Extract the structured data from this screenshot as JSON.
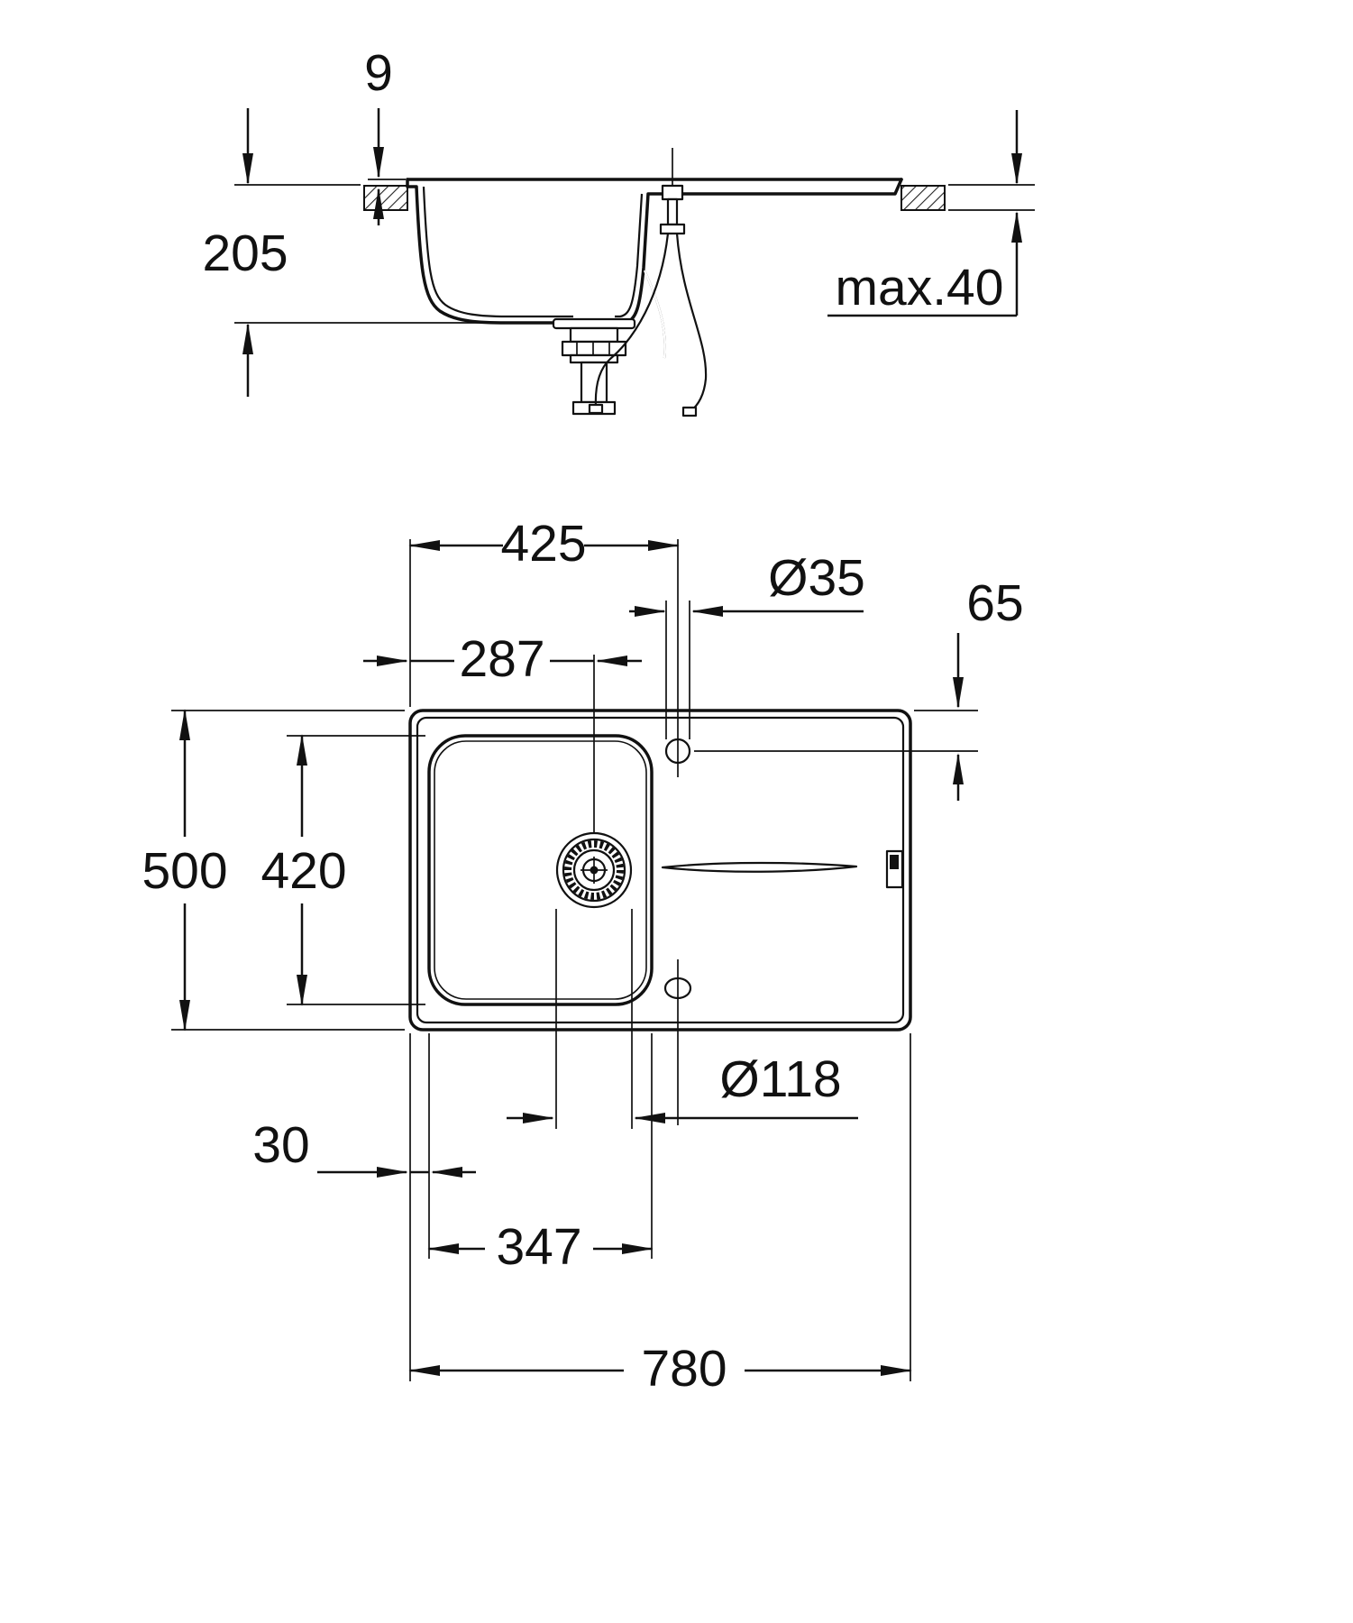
{
  "canvas": {
    "background": "#ffffff",
    "ink_color": "#111111"
  },
  "drawing_type": "sink installation dimensional drawing",
  "dims": {
    "side": {
      "rim_height": "9",
      "bowl_depth": "205",
      "counter_thickness": "max.40"
    },
    "plan": {
      "faucet_from_left": "425",
      "faucet_hole_diameter": "Ø35",
      "faucet_from_top": "65",
      "drain_from_left": "287",
      "overall_depth": "500",
      "bowl_depth": "420",
      "drain_diameter": "Ø118",
      "left_margin": "30",
      "bowl_width": "347",
      "overall_width": "780"
    }
  }
}
